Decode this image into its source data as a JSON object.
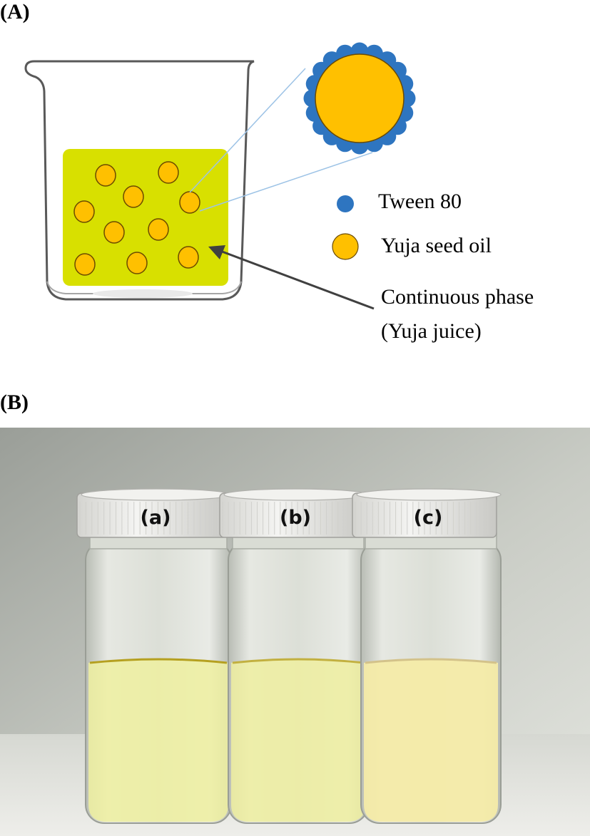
{
  "panel_a": {
    "label": "(A)",
    "legend": [
      {
        "name": "Tween 80",
        "color": "#2e75c0"
      },
      {
        "name": "Yuja seed oil",
        "color": "#ffc000"
      }
    ],
    "arrow_label_line1": "Continuous phase",
    "arrow_label_line2": "(Yuja juice)",
    "liquid_color": "#d8e000",
    "droplet_color": "#ffc000"
  },
  "panel_b": {
    "label": "(B)",
    "vials": [
      {
        "label": "(a)"
      },
      {
        "label": "(b)"
      },
      {
        "label": "(c)"
      }
    ]
  }
}
